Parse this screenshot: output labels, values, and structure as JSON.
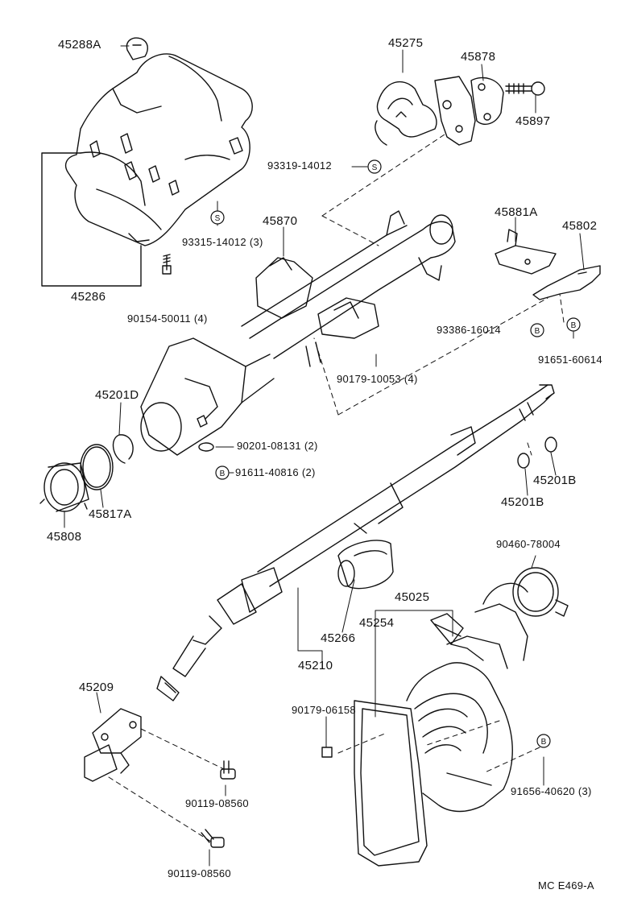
{
  "labels": {
    "p45288A": "45288A",
    "p45286": "45286",
    "p90154": "90154-50011 (4)",
    "p93315": "93315-14012 (3)",
    "p45275": "45275",
    "p45878": "45878",
    "p45897": "45897",
    "p93319": "93319-14012",
    "p45870": "45870",
    "p45881A": "45881A",
    "p45802": "45802",
    "p93386": "93386-16014",
    "p91651": "91651-60614",
    "p90179a": "90179-10053 (4)",
    "p45201D": "45201D",
    "p90201": "90201-08131 (2)",
    "p91611": "91611-40816 (2)",
    "p45817A": "45817A",
    "p45808": "45808",
    "p45201B_1": "45201B",
    "p45201B_2": "45201B",
    "p90460": "90460-78004",
    "p45025": "45025",
    "p45254": "45254",
    "p45266": "45266",
    "p45210": "45210",
    "p45209": "45209",
    "p90179b": "90179-06158",
    "p91656": "91656-40620 (3)",
    "p90119a": "90119-08560",
    "p90119b": "90119-08560",
    "code": "MC E469-A"
  },
  "symbols": {
    "S": "S",
    "B": "B"
  }
}
